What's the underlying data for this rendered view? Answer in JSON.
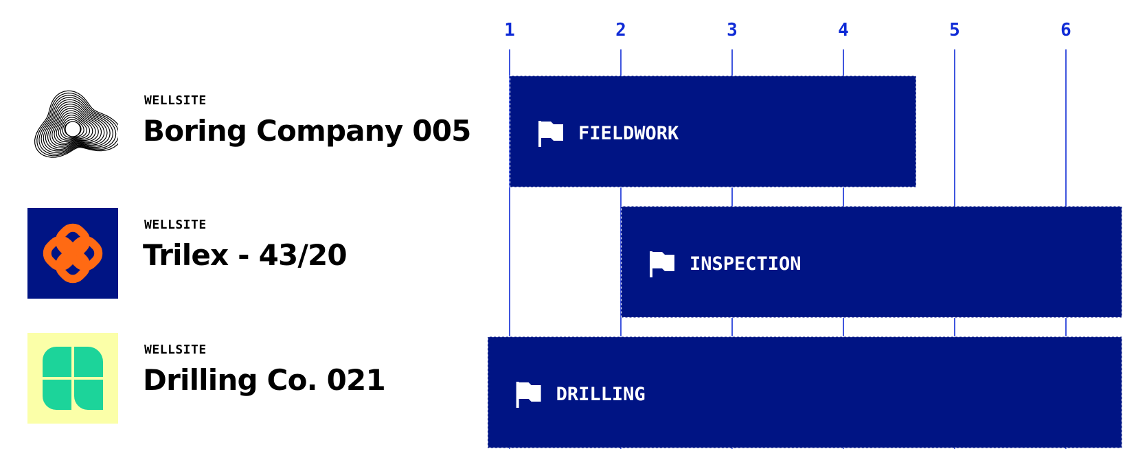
{
  "rows": [
    {
      "kicker": "WELLSITE",
      "name": "Boring Company 005",
      "logo": "contour-blob-logo"
    },
    {
      "kicker": "WELLSITE",
      "name": "Trilex - 43/20",
      "logo": "orange-knot-logo"
    },
    {
      "kicker": "WELLSITE",
      "name": "Drilling Co. 021",
      "logo": "green-petals-logo"
    }
  ],
  "colors": {
    "bar": "#001484",
    "axis": "#0f2bd6",
    "orange": "#ff6a13",
    "green": "#1cd49a",
    "pale_yellow": "#fbffa8"
  },
  "chart_data": {
    "type": "gantt",
    "x_ticks": [
      1,
      2,
      3,
      4,
      5,
      6
    ],
    "xlim": [
      0.8,
      6.5
    ],
    "tasks": [
      {
        "label": "FIELDWORK",
        "start": 1.0,
        "end": 4.65,
        "icon": "flag-icon"
      },
      {
        "label": "INSPECTION",
        "start": 2.0,
        "end": 6.5,
        "icon": "flag-icon"
      },
      {
        "label": "DRILLING",
        "start": 0.8,
        "end": 6.5,
        "icon": "flag-icon"
      }
    ]
  }
}
